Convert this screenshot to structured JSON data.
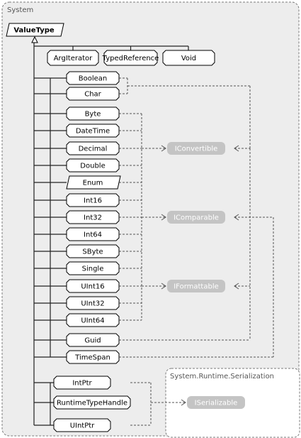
{
  "namespaces": {
    "system": "System",
    "serialization": "System.Runtime.Serialization"
  },
  "root": {
    "label": "ValueType"
  },
  "top_row": [
    {
      "id": "argiterator",
      "label": "ArgIterator"
    },
    {
      "id": "typedreference",
      "label": "TypedReference"
    },
    {
      "id": "void",
      "label": "Void"
    }
  ],
  "types": [
    {
      "id": "boolean",
      "label": "Boolean"
    },
    {
      "id": "char",
      "label": "Char"
    },
    {
      "id": "byte",
      "label": "Byte"
    },
    {
      "id": "datetime",
      "label": "DateTime"
    },
    {
      "id": "decimal",
      "label": "Decimal"
    },
    {
      "id": "double",
      "label": "Double"
    },
    {
      "id": "enum",
      "label": "Enum"
    },
    {
      "id": "int16",
      "label": "Int16"
    },
    {
      "id": "int32",
      "label": "Int32"
    },
    {
      "id": "int64",
      "label": "Int64"
    },
    {
      "id": "sbyte",
      "label": "SByte"
    },
    {
      "id": "single",
      "label": "Single"
    },
    {
      "id": "uint16",
      "label": "UInt16"
    },
    {
      "id": "uint32",
      "label": "UInt32"
    },
    {
      "id": "uint64",
      "label": "UInt64"
    },
    {
      "id": "guid",
      "label": "Guid"
    },
    {
      "id": "timespan",
      "label": "TimeSpan"
    }
  ],
  "pointer_types": [
    {
      "id": "intptr",
      "label": "IntPtr"
    },
    {
      "id": "runtimetypehandle",
      "label": "RuntimeTypeHandle"
    },
    {
      "id": "uintptr",
      "label": "UIntPtr"
    }
  ],
  "interfaces": [
    {
      "id": "iconvertible",
      "label": "IConvertible"
    },
    {
      "id": "icomparable",
      "label": "IComparable"
    },
    {
      "id": "iformattable",
      "label": "IFormattable"
    },
    {
      "id": "iserializable",
      "label": "ISerializable"
    }
  ],
  "colors": {
    "namespace_fill": "#ededed",
    "namespace_border": "#7a7a7a",
    "interface_fill": "#c4c4c4",
    "connector": "#222222",
    "dashed": "#555555"
  }
}
